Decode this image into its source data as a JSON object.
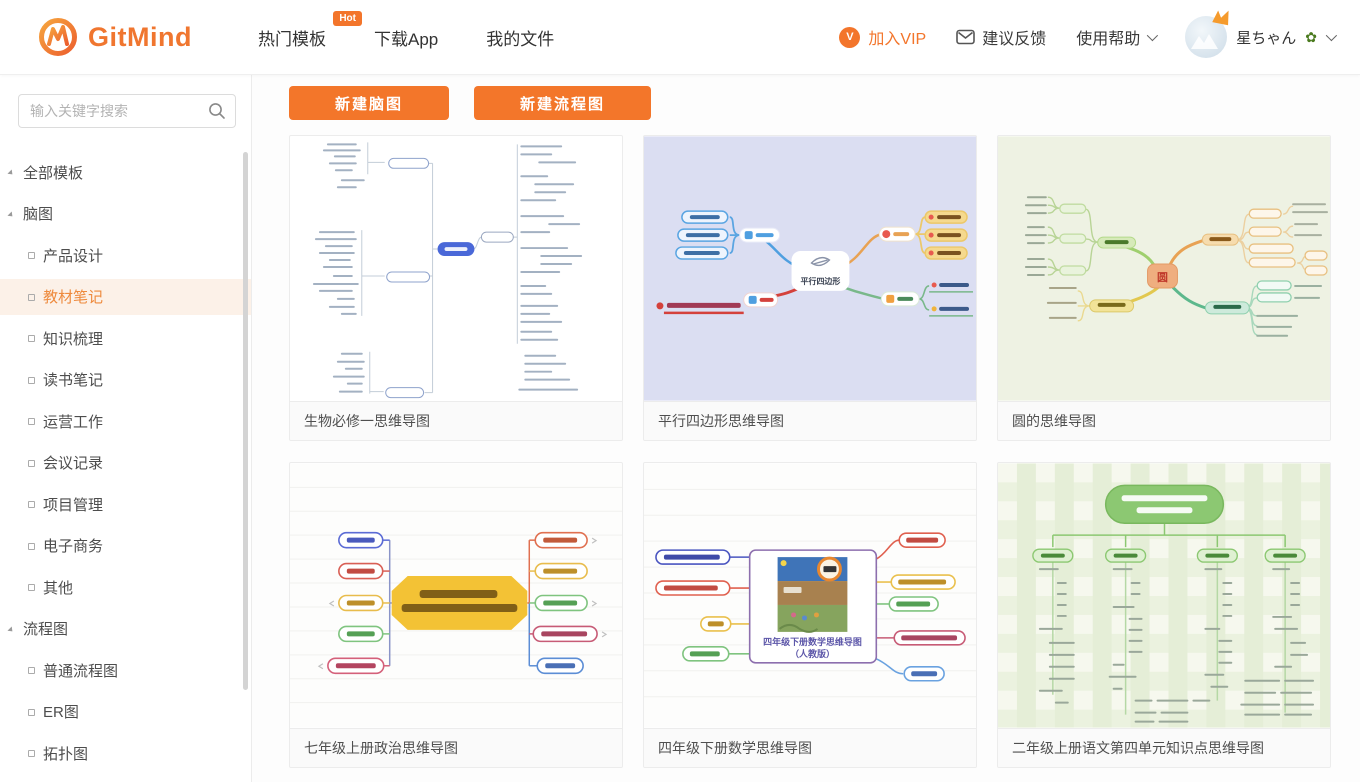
{
  "header": {
    "brand": "GitMind",
    "nav": [
      {
        "label": "热门模板",
        "badge": "Hot"
      },
      {
        "label": "下载App"
      },
      {
        "label": "我的文件"
      }
    ],
    "join_vip": "加入VIP",
    "feedback": "建议反馈",
    "help": "使用帮助",
    "username": "星ちゃん",
    "username_emoji": "✿"
  },
  "sidebar": {
    "search_placeholder": "输入关键字搜索",
    "search_value": "",
    "items": [
      {
        "label": "全部模板",
        "level": 0
      },
      {
        "label": "脑图",
        "level": 0
      },
      {
        "label": "产品设计",
        "level": 1
      },
      {
        "label": "教材笔记",
        "level": 1,
        "active": true
      },
      {
        "label": "知识梳理",
        "level": 1
      },
      {
        "label": "读书笔记",
        "level": 1
      },
      {
        "label": "运营工作",
        "level": 1
      },
      {
        "label": "会议记录",
        "level": 1
      },
      {
        "label": "项目管理",
        "level": 1
      },
      {
        "label": "电子商务",
        "level": 1
      },
      {
        "label": "其他",
        "level": 1
      },
      {
        "label": "流程图",
        "level": 0
      },
      {
        "label": "普通流程图",
        "level": 1
      },
      {
        "label": "ER图",
        "level": 1
      },
      {
        "label": "拓扑图",
        "level": 1
      }
    ]
  },
  "toolbar": {
    "new_mindmap": "新建脑图",
    "new_flowchart": "新建流程图"
  },
  "cards": [
    {
      "title": "生物必修一思维导图"
    },
    {
      "title": "平行四边形思维导图",
      "center_label": "平行四边形"
    },
    {
      "title": "圆的思维导图",
      "center_label": "圆"
    },
    {
      "title": "七年级上册政治思维导图"
    },
    {
      "title": "四年级下册数学思维导图",
      "center_label": "四年级下册数学思维导图",
      "center_label2": "（人教版）"
    },
    {
      "title": "二年级上册语文第四单元知识点思维导图"
    }
  ],
  "colors": {
    "accent_orange": "#f3752b",
    "sidebar_active_bg": "#fcf1e8",
    "sidebar_active_text": "#ee8a3d",
    "card2_bg": "#dbdef2",
    "card3_bg": "#eef2e3",
    "card6_bg": "#f6f8ee"
  }
}
